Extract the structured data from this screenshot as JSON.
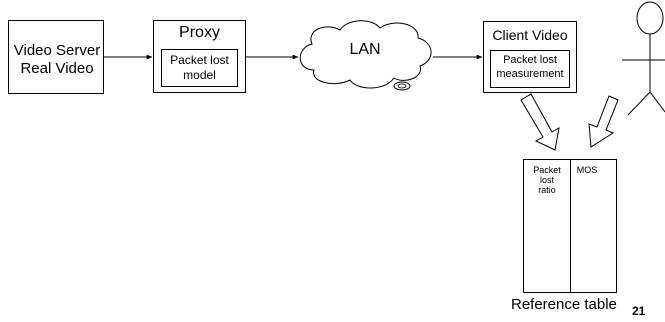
{
  "video_server": {
    "line1": "Video Server",
    "line2": "Real Video"
  },
  "proxy": {
    "title": "Proxy",
    "inner_line1": "Packet lost",
    "inner_line2": "model"
  },
  "lan": {
    "label": "LAN"
  },
  "client": {
    "title": "Client Video",
    "inner_line1": "Packet lost",
    "inner_line2": "measurement"
  },
  "reference_table": {
    "col1_line1": "Packet",
    "col1_line2": "lost",
    "col1_line3": "ratio",
    "col2": "MOS",
    "caption": "Reference table"
  },
  "page_number": "21"
}
